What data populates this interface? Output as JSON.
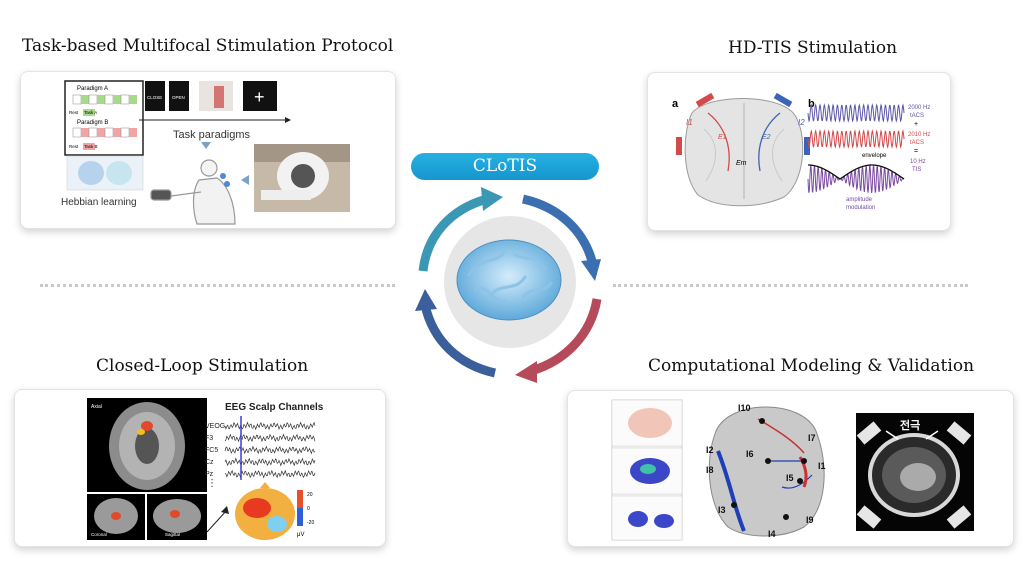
{
  "sections": {
    "top_left_title": "Task-based Multifocal Stimulation Protocol",
    "top_right_title": "HD-TIS Stimulation",
    "bottom_left_title": "Closed-Loop Stimulation",
    "bottom_right_title": "Computational Modeling & Validation"
  },
  "center": {
    "label": "CLoTIS"
  },
  "task_panel": {
    "paradigm_a": "Paradigm A",
    "paradigm_b": "Paradigm B",
    "rest_a": "Rest",
    "task_a": "Task A",
    "rest_b": "Rest",
    "task_b": "Task B",
    "close": "CLOSE",
    "open": "OPEN",
    "plus": "+",
    "task_paradigms": "Task paradigms",
    "hebbian": "Hebbian learning"
  },
  "hdtis_panel": {
    "label_a": "a",
    "label_b": "b",
    "i1": "I1",
    "i2": "I2",
    "e1": "E1",
    "e2": "E2",
    "em": "Em",
    "f1": "2000 Hz",
    "f1b": "tACS",
    "plus": "+",
    "f2": "2010 Hz",
    "f2b": "tACS",
    "eq": "=",
    "envelope": "envelope",
    "tis_hz": "10 Hz",
    "tis": "TIS",
    "amp": "amplitude",
    "mod": "modulation"
  },
  "closed_loop_panel": {
    "eeg_title": "EEG Scalp Channels",
    "channels": [
      "VEOG",
      "F3",
      "FC5",
      "Cz",
      "Pz"
    ],
    "axial": "Axial",
    "coronal": "Coronal",
    "sagittal": "Sagittal",
    "scale_top": "20",
    "scale_mid": "0",
    "scale_bot": "-20",
    "unit": "μV"
  },
  "model_panel": {
    "electrodes": [
      "I10",
      "I7",
      "I2",
      "I6",
      "I8",
      "I5",
      "I1",
      "I3",
      "I4",
      "I9"
    ],
    "korean_label": "전극"
  },
  "colors": {
    "pill": "#1ea4da",
    "arrow_blue": "#3b6fb0",
    "arrow_red": "#b54a5a",
    "arrow_teal": "#3a98b5"
  }
}
